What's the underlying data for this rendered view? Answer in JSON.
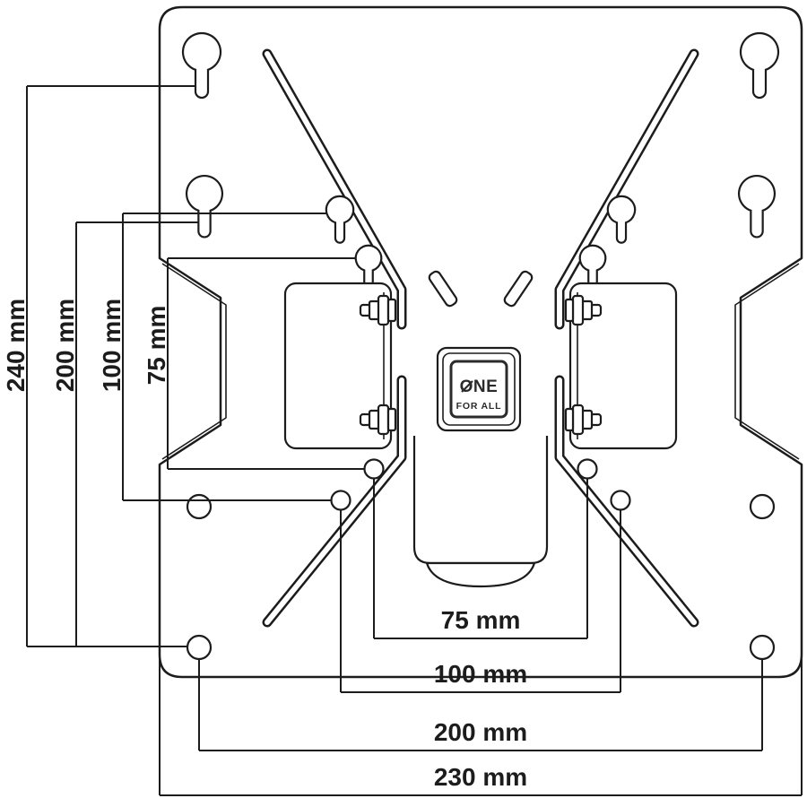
{
  "logo": {
    "line1": "ONE",
    "line2": "FOR ALL"
  },
  "dimensions": {
    "v240": "240 mm",
    "v200": "200 mm",
    "v100": "100 mm",
    "v75": "75 mm",
    "h75": "75 mm",
    "h100": "100 mm",
    "h200": "200 mm",
    "h230": "230 mm"
  },
  "colors": {
    "line": "#1c1c1c",
    "background": "#ffffff"
  }
}
